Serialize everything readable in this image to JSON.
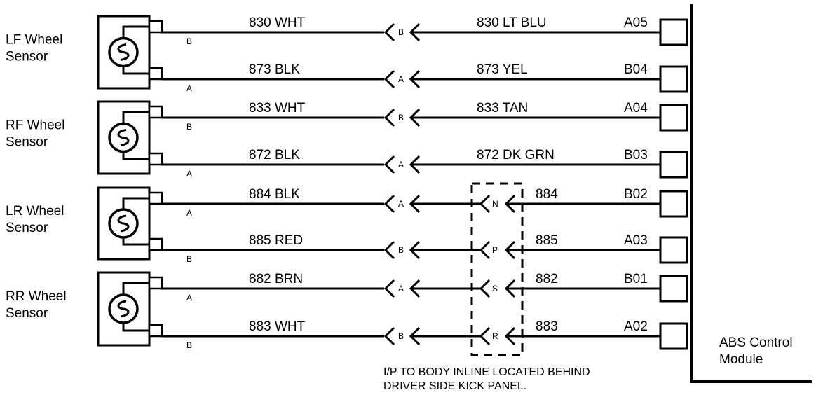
{
  "sensors": [
    {
      "label_lines": [
        "LF Wheel",
        "Sensor"
      ]
    },
    {
      "label_lines": [
        "RF Wheel",
        "Sensor"
      ]
    },
    {
      "label_lines": [
        "LR Wheel",
        "Sensor"
      ]
    },
    {
      "label_lines": [
        "RR Wheel",
        "Sensor"
      ]
    }
  ],
  "circuits": [
    {
      "sensor_wire": "830 WHT",
      "sensor_pin": "B",
      "conn1_pin": "B",
      "inline_pin": "",
      "module_wire": "830 LT BLU",
      "module_pin": "A05"
    },
    {
      "sensor_wire": "873 BLK",
      "sensor_pin": "A",
      "conn1_pin": "A",
      "inline_pin": "",
      "module_wire": "873  YEL",
      "module_pin": "B04"
    },
    {
      "sensor_wire": "833 WHT",
      "sensor_pin": "B",
      "conn1_pin": "B",
      "inline_pin": "",
      "module_wire": "833 TAN",
      "module_pin": "A04"
    },
    {
      "sensor_wire": "872 BLK",
      "sensor_pin": "A",
      "conn1_pin": "A",
      "inline_pin": "",
      "module_wire": "872 DK GRN",
      "module_pin": "B03"
    },
    {
      "sensor_wire": "884 BLK",
      "sensor_pin": "A",
      "conn1_pin": "A",
      "inline_pin": "N",
      "module_wire": "884",
      "module_pin": "B02"
    },
    {
      "sensor_wire": "885 RED",
      "sensor_pin": "B",
      "conn1_pin": "B",
      "inline_pin": "P",
      "module_wire": "885",
      "module_pin": "A03"
    },
    {
      "sensor_wire": "882 BRN",
      "sensor_pin": "A",
      "conn1_pin": "A",
      "inline_pin": "S",
      "module_wire": "882",
      "module_pin": "B01"
    },
    {
      "sensor_wire": "883 WHT",
      "sensor_pin": "B",
      "conn1_pin": "B",
      "inline_pin": "R",
      "module_wire": "883",
      "module_pin": "A02"
    }
  ],
  "inline_note_lines": [
    "I/P TO BODY INLINE LOCATED BEHIND",
    "DRIVER SIDE KICK PANEL."
  ],
  "module_label_lines": [
    "ABS Control",
    "Module"
  ]
}
